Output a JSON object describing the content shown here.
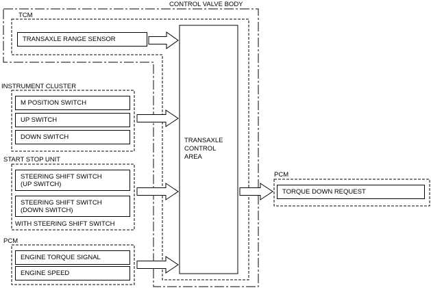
{
  "groups": {
    "control_valve_body": "CONTROL VALVE BODY",
    "tcm": "TCM",
    "instrument_cluster": "INSTRUMENT CLUSTER",
    "start_stop_unit": "START STOP UNIT",
    "pcm_input": "PCM",
    "pcm_output": "PCM"
  },
  "boxes": {
    "transaxle_range_sensor": "TRANSAXLE RANGE SENSOR",
    "m_position_switch": "M POSITION SWITCH",
    "up_switch": "UP SWITCH",
    "down_switch": "DOWN SWITCH",
    "steering_up_line1": "STEERING SHIFT SWITCH",
    "steering_up_line2": "(UP SWITCH)",
    "steering_down_line1": "STEERING SHIFT SWITCH",
    "steering_down_line2": "(DOWN SWITCH)",
    "engine_torque_signal": "ENGINE TORQUE SIGNAL",
    "engine_speed": "ENGINE SPEED",
    "torque_down_request": "TORQUE DOWN REQUEST"
  },
  "notes": {
    "with_steering_shift_switch": "WITH STEERING SHIFT SWITCH"
  },
  "center": {
    "line1": "TRANSAXLE",
    "line2": "CONTROL",
    "line3": "AREA"
  }
}
